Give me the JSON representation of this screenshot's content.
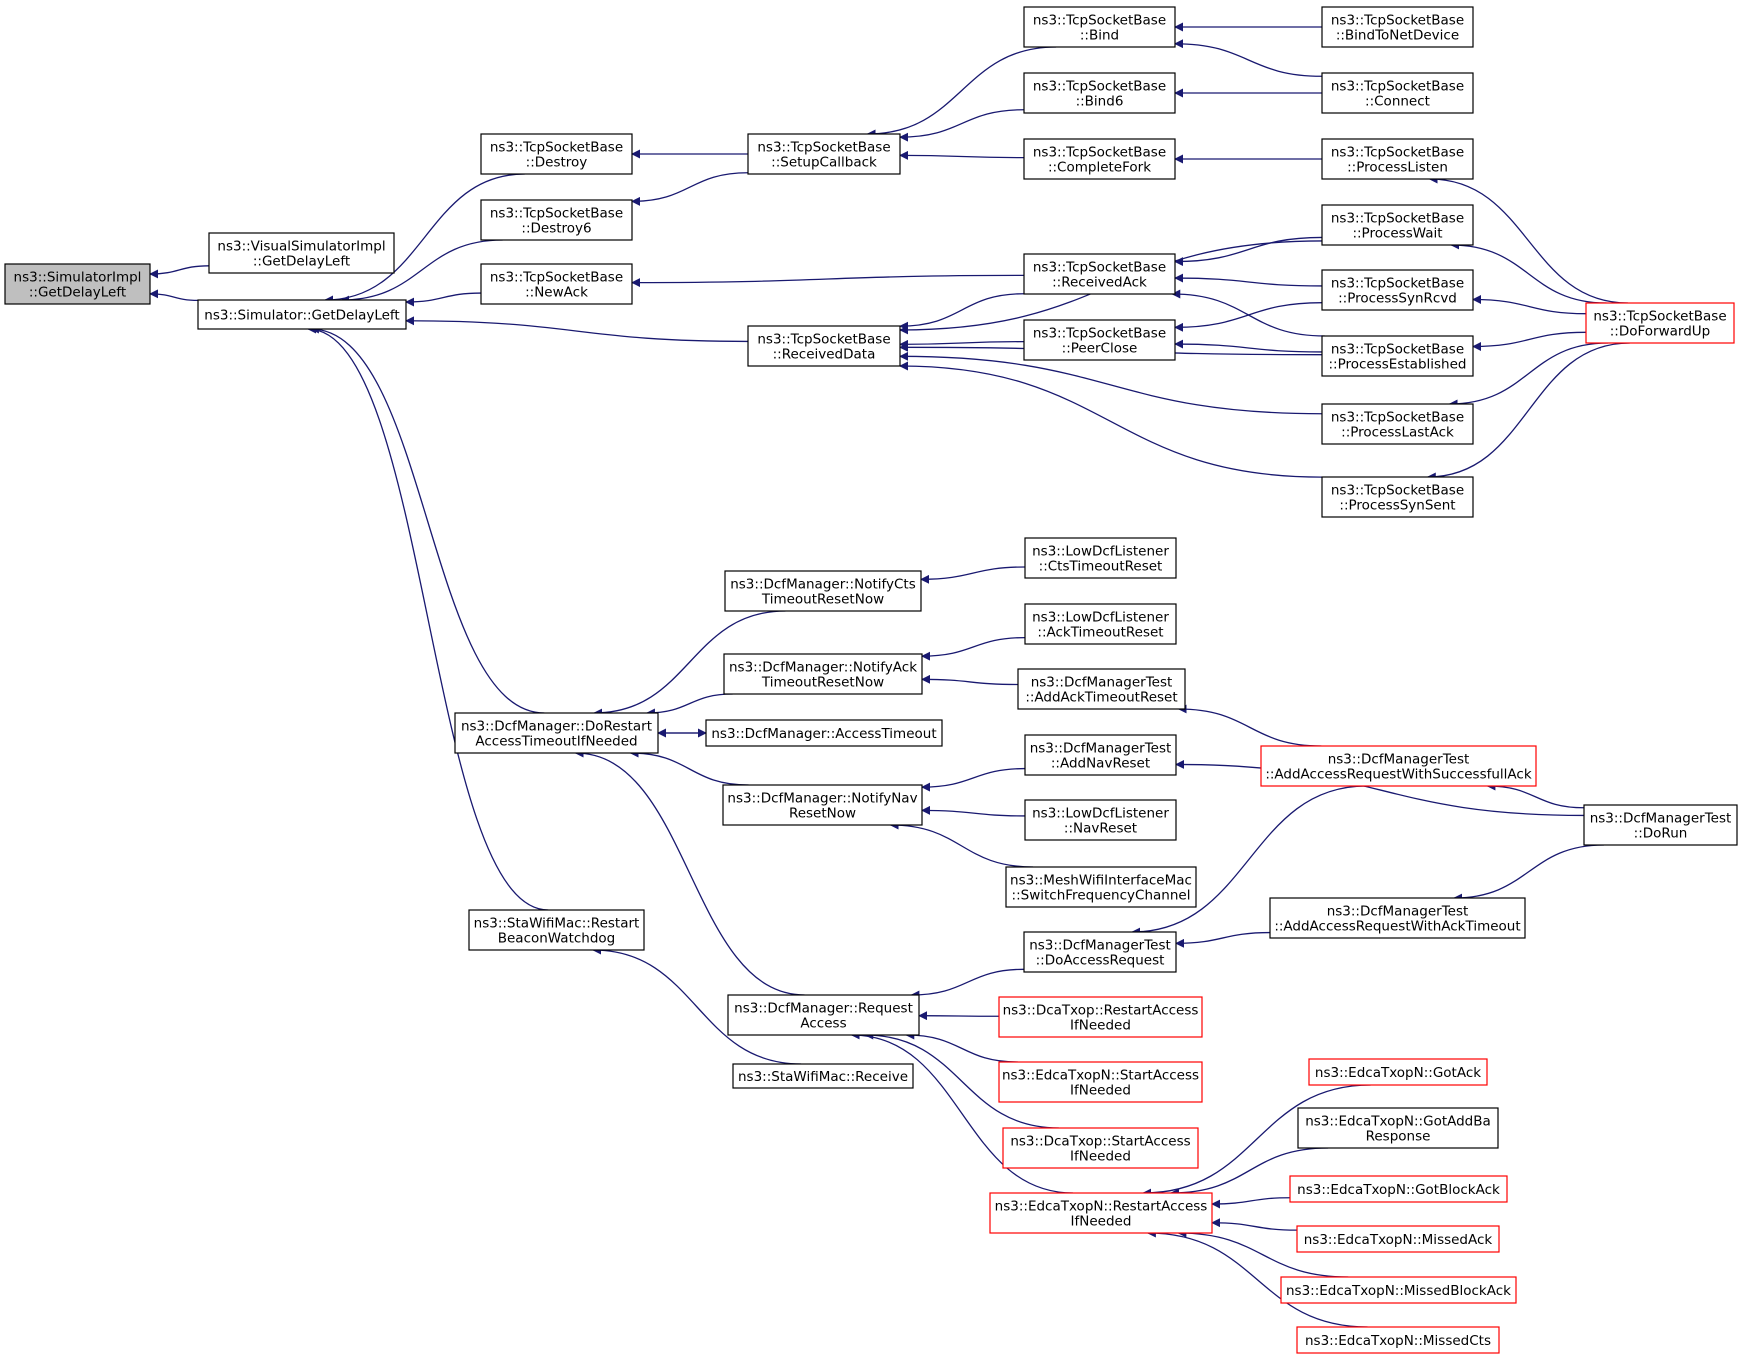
{
  "colors": {
    "edge": "#191970",
    "normal_border": "#000000",
    "truncated_border": "#ff0000",
    "root_fill": "#bfbfbf"
  },
  "nodes": [
    {
      "id": "root",
      "lines": [
        "ns3::SimulatorImpl",
        "::GetDelayLeft"
      ],
      "style": "root"
    },
    {
      "id": "visual",
      "lines": [
        "ns3::VisualSimulatorImpl",
        "::GetDelayLeft"
      ]
    },
    {
      "id": "simulator",
      "lines": [
        "ns3::Simulator::GetDelayLeft"
      ]
    },
    {
      "id": "destroy",
      "lines": [
        "ns3::TcpSocketBase",
        "::Destroy"
      ]
    },
    {
      "id": "destroy6",
      "lines": [
        "ns3::TcpSocketBase",
        "::Destroy6"
      ]
    },
    {
      "id": "newack",
      "lines": [
        "ns3::TcpSocketBase",
        "::NewAck"
      ]
    },
    {
      "id": "setupcb",
      "lines": [
        "ns3::TcpSocketBase",
        "::SetupCallback"
      ]
    },
    {
      "id": "receiveddata",
      "lines": [
        "ns3::TcpSocketBase",
        "::ReceivedData"
      ]
    },
    {
      "id": "bind",
      "lines": [
        "ns3::TcpSocketBase",
        "::Bind"
      ]
    },
    {
      "id": "bind6",
      "lines": [
        "ns3::TcpSocketBase",
        "::Bind6"
      ]
    },
    {
      "id": "completefork",
      "lines": [
        "ns3::TcpSocketBase",
        "::CompleteFork"
      ]
    },
    {
      "id": "receivedack",
      "lines": [
        "ns3::TcpSocketBase",
        "::ReceivedAck"
      ]
    },
    {
      "id": "peerclose",
      "lines": [
        "ns3::TcpSocketBase",
        "::PeerClose"
      ]
    },
    {
      "id": "bindtonet",
      "lines": [
        "ns3::TcpSocketBase",
        "::BindToNetDevice"
      ]
    },
    {
      "id": "connect",
      "lines": [
        "ns3::TcpSocketBase",
        "::Connect"
      ]
    },
    {
      "id": "processlisten",
      "lines": [
        "ns3::TcpSocketBase",
        "::ProcessListen"
      ]
    },
    {
      "id": "processwait",
      "lines": [
        "ns3::TcpSocketBase",
        "::ProcessWait"
      ]
    },
    {
      "id": "processsynrcvd",
      "lines": [
        "ns3::TcpSocketBase",
        "::ProcessSynRcvd"
      ]
    },
    {
      "id": "processestablished",
      "lines": [
        "ns3::TcpSocketBase",
        "::ProcessEstablished"
      ]
    },
    {
      "id": "processlastack",
      "lines": [
        "ns3::TcpSocketBase",
        "::ProcessLastAck"
      ]
    },
    {
      "id": "processsynsent",
      "lines": [
        "ns3::TcpSocketBase",
        "::ProcessSynSent"
      ]
    },
    {
      "id": "doforwardup",
      "lines": [
        "ns3::TcpSocketBase",
        "::DoForwardUp"
      ],
      "style": "red"
    },
    {
      "id": "dorestart",
      "lines": [
        "ns3::DcfManager::DoRestart",
        "AccessTimeoutIfNeeded"
      ]
    },
    {
      "id": "restartbeacon",
      "lines": [
        "ns3::StaWifiMac::Restart",
        "BeaconWatchdog"
      ]
    },
    {
      "id": "requestaccess",
      "lines": [
        "ns3::DcfManager::Request",
        "Access"
      ]
    },
    {
      "id": "stareceive",
      "lines": [
        "ns3::StaWifiMac::Receive"
      ]
    },
    {
      "id": "notifycts",
      "lines": [
        "ns3::DcfManager::NotifyCts",
        "TimeoutResetNow"
      ]
    },
    {
      "id": "notifyack",
      "lines": [
        "ns3::DcfManager::NotifyAck",
        "TimeoutResetNow"
      ]
    },
    {
      "id": "accesstimeout",
      "lines": [
        "ns3::DcfManager::AccessTimeout"
      ]
    },
    {
      "id": "notifynav",
      "lines": [
        "ns3::DcfManager::NotifyNav",
        "ResetNow"
      ]
    },
    {
      "id": "ctstimeoutreset",
      "lines": [
        "ns3::LowDcfListener",
        "::CtsTimeoutReset"
      ]
    },
    {
      "id": "acktimeoutreset",
      "lines": [
        "ns3::LowDcfListener",
        "::AckTimeoutReset"
      ]
    },
    {
      "id": "addacktimeoutreset",
      "lines": [
        "ns3::DcfManagerTest",
        "::AddAckTimeoutReset"
      ]
    },
    {
      "id": "addnavreset",
      "lines": [
        "ns3::DcfManagerTest",
        "::AddNavReset"
      ]
    },
    {
      "id": "navreset",
      "lines": [
        "ns3::LowDcfListener",
        "::NavReset"
      ]
    },
    {
      "id": "switchfreq",
      "lines": [
        "ns3::MeshWifiInterfaceMac",
        "::SwitchFrequencyChannel"
      ]
    },
    {
      "id": "doaccessrequest",
      "lines": [
        "ns3::DcfManagerTest",
        "::DoAccessRequest"
      ]
    },
    {
      "id": "dcarestart",
      "lines": [
        "ns3::DcaTxop::RestartAccess",
        "IfNeeded"
      ],
      "style": "red"
    },
    {
      "id": "edcastart",
      "lines": [
        "ns3::EdcaTxopN::StartAccess",
        "IfNeeded"
      ],
      "style": "red"
    },
    {
      "id": "dcastart",
      "lines": [
        "ns3::DcaTxop::StartAccess",
        "IfNeeded"
      ],
      "style": "red"
    },
    {
      "id": "edcarestart",
      "lines": [
        "ns3::EdcaTxopN::RestartAccess",
        "IfNeeded"
      ],
      "style": "red"
    },
    {
      "id": "addsuccessack",
      "lines": [
        "ns3::DcfManagerTest",
        "::AddAccessRequestWithSuccessfullAck"
      ],
      "style": "red"
    },
    {
      "id": "addacktimeout",
      "lines": [
        "ns3::DcfManagerTest",
        "::AddAccessRequestWithAckTimeout"
      ]
    },
    {
      "id": "dorun",
      "lines": [
        "ns3::DcfManagerTest",
        "::DoRun"
      ]
    },
    {
      "id": "gotack",
      "lines": [
        "ns3::EdcaTxopN::GotAck"
      ],
      "style": "red"
    },
    {
      "id": "gotaddba",
      "lines": [
        "ns3::EdcaTxopN::GotAddBa",
        "Response"
      ]
    },
    {
      "id": "gotblockack",
      "lines": [
        "ns3::EdcaTxopN::GotBlockAck"
      ],
      "style": "red"
    },
    {
      "id": "missedack",
      "lines": [
        "ns3::EdcaTxopN::MissedAck"
      ],
      "style": "red"
    },
    {
      "id": "missedblockack",
      "lines": [
        "ns3::EdcaTxopN::MissedBlockAck"
      ],
      "style": "red"
    },
    {
      "id": "missedcts",
      "lines": [
        "ns3::EdcaTxopN::MissedCts"
      ],
      "style": "red"
    }
  ],
  "edges": [
    [
      "visual",
      "root"
    ],
    [
      "simulator",
      "root"
    ],
    [
      "destroy",
      "simulator"
    ],
    [
      "destroy6",
      "simulator"
    ],
    [
      "newack",
      "simulator"
    ],
    [
      "receiveddata",
      "simulator"
    ],
    [
      "dorestart",
      "simulator"
    ],
    [
      "restartbeacon",
      "simulator"
    ],
    [
      "setupcb",
      "destroy"
    ],
    [
      "setupcb",
      "destroy6"
    ],
    [
      "bind",
      "setupcb"
    ],
    [
      "bind6",
      "setupcb"
    ],
    [
      "completefork",
      "setupcb"
    ],
    [
      "bindtonet",
      "bind"
    ],
    [
      "connect",
      "bind"
    ],
    [
      "connect",
      "bind6"
    ],
    [
      "processlisten",
      "completefork"
    ],
    [
      "doforwardup",
      "processlisten"
    ],
    [
      "doforwardup",
      "processwait"
    ],
    [
      "doforwardup",
      "processsynrcvd"
    ],
    [
      "doforwardup",
      "processestablished"
    ],
    [
      "doforwardup",
      "processlastack"
    ],
    [
      "doforwardup",
      "processsynsent"
    ],
    [
      "receivedack",
      "newack"
    ],
    [
      "processwait",
      "receivedack"
    ],
    [
      "processsynrcvd",
      "receivedack"
    ],
    [
      "processestablished",
      "receivedack"
    ],
    [
      "processsynrcvd",
      "peerclose"
    ],
    [
      "processestablished",
      "peerclose"
    ],
    [
      "receivedack",
      "receiveddata"
    ],
    [
      "peerclose",
      "receiveddata"
    ],
    [
      "processwait",
      "receiveddata"
    ],
    [
      "processestablished",
      "receiveddata"
    ],
    [
      "processlastack",
      "receiveddata"
    ],
    [
      "processsynsent",
      "receiveddata"
    ],
    [
      "notifycts",
      "dorestart"
    ],
    [
      "notifyack",
      "dorestart"
    ],
    [
      "accesstimeout",
      "dorestart"
    ],
    [
      "dorestart",
      "accesstimeout"
    ],
    [
      "notifynav",
      "dorestart"
    ],
    [
      "requestaccess",
      "dorestart"
    ],
    [
      "stareceive",
      "restartbeacon"
    ],
    [
      "ctstimeoutreset",
      "notifycts"
    ],
    [
      "acktimeoutreset",
      "notifyack"
    ],
    [
      "addacktimeoutreset",
      "notifyack"
    ],
    [
      "addnavreset",
      "notifynav"
    ],
    [
      "navreset",
      "notifynav"
    ],
    [
      "switchfreq",
      "notifynav"
    ],
    [
      "addsuccessack",
      "addacktimeoutreset"
    ],
    [
      "dorun",
      "addnavreset"
    ],
    [
      "dorun",
      "addsuccessack"
    ],
    [
      "dorun",
      "addacktimeout"
    ],
    [
      "addsuccessack",
      "doaccessrequest"
    ],
    [
      "addacktimeout",
      "doaccessrequest"
    ],
    [
      "doaccessrequest",
      "requestaccess"
    ],
    [
      "dcarestart",
      "requestaccess"
    ],
    [
      "edcastart",
      "requestaccess"
    ],
    [
      "dcastart",
      "requestaccess"
    ],
    [
      "edcarestart",
      "requestaccess"
    ],
    [
      "gotack",
      "edcarestart"
    ],
    [
      "gotaddba",
      "edcarestart"
    ],
    [
      "gotblockack",
      "edcarestart"
    ],
    [
      "missedack",
      "edcarestart"
    ],
    [
      "missedblockack",
      "edcarestart"
    ],
    [
      "missedcts",
      "edcarestart"
    ]
  ]
}
